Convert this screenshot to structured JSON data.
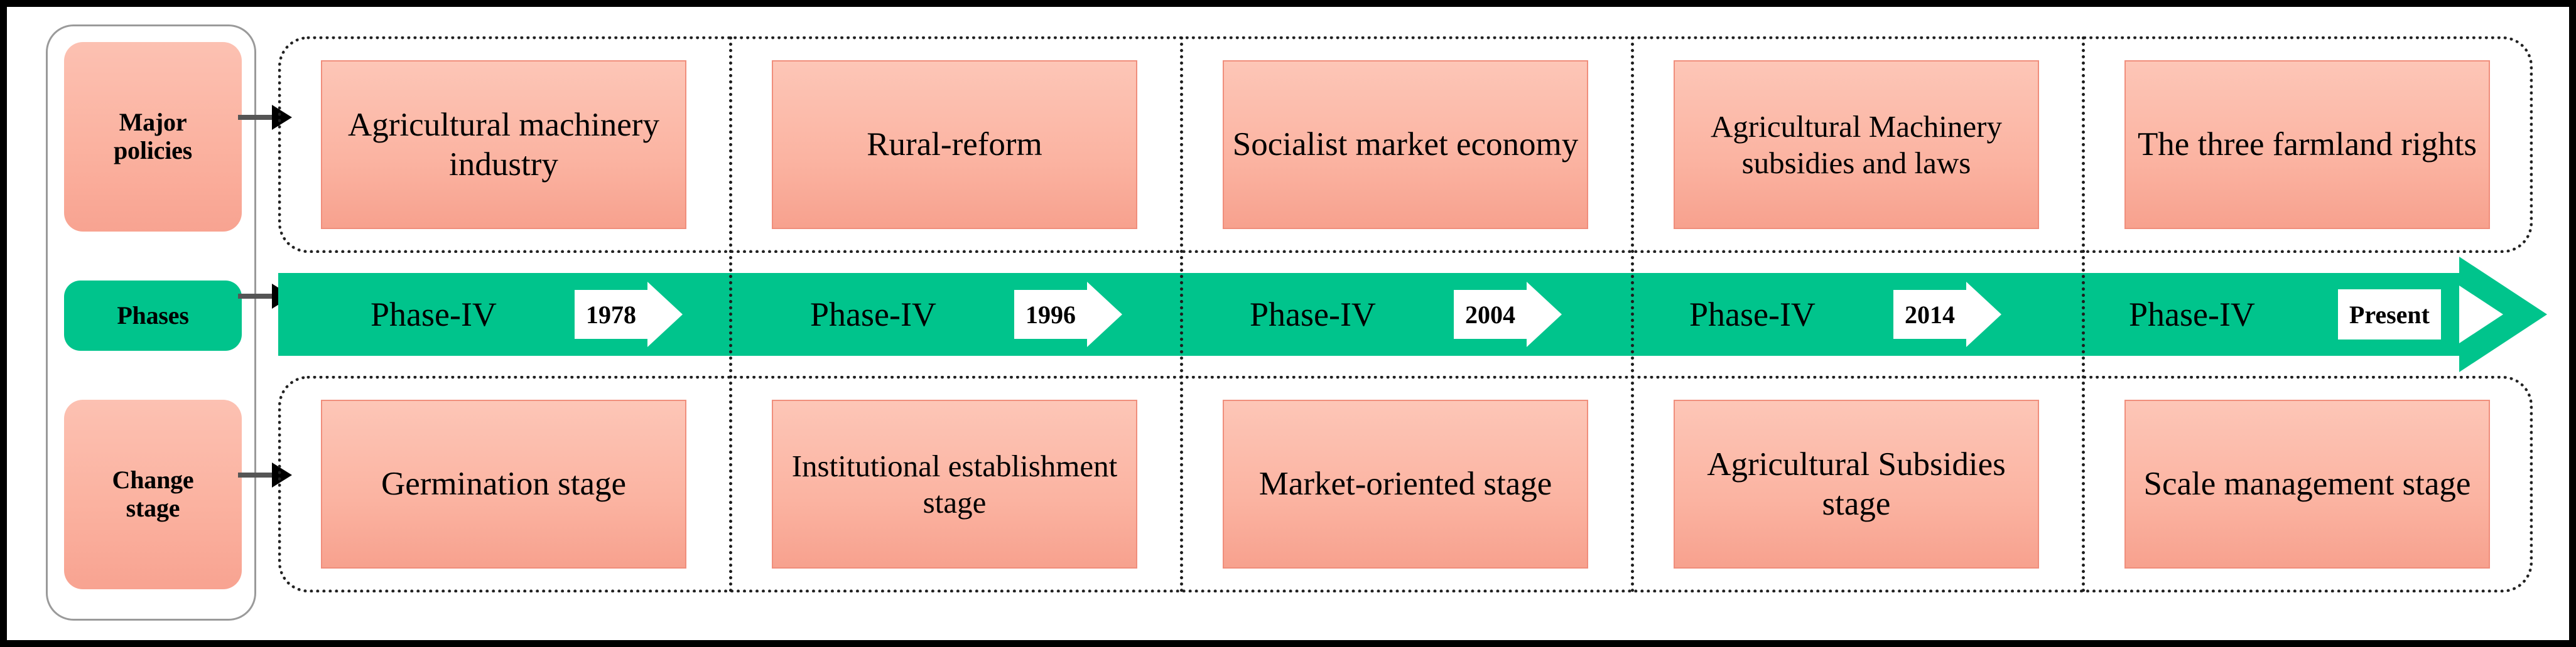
{
  "figure": {
    "type": "timeline-diagram",
    "accent_green": "#00c48c",
    "accent_pink": "#fbb3a1",
    "border_color": "#000000"
  },
  "row_labels": {
    "policies": "Major\npolicies",
    "phases": "Phases",
    "stage": "Change\nstage"
  },
  "columns": [
    {
      "policy": "Agricultural machinery industry",
      "phase": "Phase-IV",
      "marker": "1978",
      "stage": "Germination stage"
    },
    {
      "policy": "Rural-reform",
      "phase": "Phase-IV",
      "marker": "1996",
      "stage": "Institutional establishment stage"
    },
    {
      "policy": "Socialist market economy",
      "phase": "Phase-IV",
      "marker": "2004",
      "stage": "Market-oriented stage"
    },
    {
      "policy": "Agricultural Machinery subsidies and laws",
      "phase": "Phase-IV",
      "marker": "2014",
      "stage": "Agricultural Subsidies stage"
    },
    {
      "policy": "The three farmland rights",
      "phase": "Phase-IV",
      "marker": "Present",
      "stage": "Scale management stage"
    }
  ]
}
